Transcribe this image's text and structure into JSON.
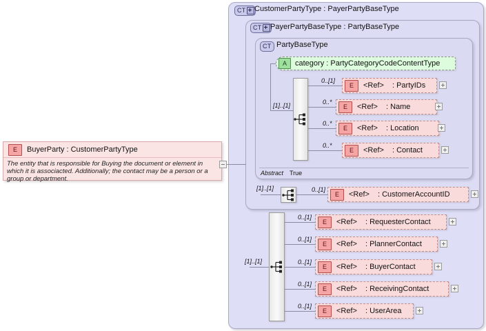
{
  "diagram": {
    "type": "xml-schema-diagram",
    "containers": [
      {
        "badge": "CT",
        "expandable": true,
        "title": "CustomerPartyType : PayerPartyBaseType"
      },
      {
        "badge": "CT",
        "expandable": true,
        "title": "PayerPartyBaseType : PartyBaseType"
      },
      {
        "badge": "CT",
        "expandable": false,
        "title": "PartyBaseType"
      }
    ],
    "attribute_node": {
      "badge": "A",
      "label": "category : PartyCategoryCodeContentType"
    },
    "abstract_row": {
      "label": "Abstract",
      "value": "True"
    },
    "source_node": {
      "badge": "E",
      "title": "BuyerParty : CustomerPartyType",
      "documentation": "The entity that is responsible for Buying the document or element in which it is associacted. Additionally; the contact  may be a person or a group or department.",
      "collapse_icon": "minus"
    },
    "sequences": [
      {
        "name": "party-base-sequence",
        "cardinality": "[1]..[1]"
      },
      {
        "name": "payer-party-sequence",
        "cardinality": "[1]..[1]"
      },
      {
        "name": "customer-party-sequence",
        "cardinality": "[1]..[1]"
      }
    ],
    "elements": [
      {
        "group": "party-base",
        "badge": "E",
        "ref": "<Ref>",
        "name": ": PartyIDs",
        "cardinality": "0..[1]",
        "expander": "plus"
      },
      {
        "group": "party-base",
        "badge": "E",
        "ref": "<Ref>",
        "name": ": Name",
        "cardinality": "0..*",
        "expander": "plus"
      },
      {
        "group": "party-base",
        "badge": "E",
        "ref": "<Ref>",
        "name": ": Location",
        "cardinality": "0..*",
        "expander": "plus"
      },
      {
        "group": "party-base",
        "badge": "E",
        "ref": "<Ref>",
        "name": ": Contact",
        "cardinality": "0..*",
        "expander": "plus"
      },
      {
        "group": "payer-party",
        "badge": "E",
        "ref": "<Ref>",
        "name": ": CustomerAccountID",
        "cardinality": "0..[1]",
        "expander": "plus"
      },
      {
        "group": "customer-party",
        "badge": "E",
        "ref": "<Ref>",
        "name": ": RequesterContact",
        "cardinality": "0..[1]",
        "expander": "plus"
      },
      {
        "group": "customer-party",
        "badge": "E",
        "ref": "<Ref>",
        "name": ": PlannerContact",
        "cardinality": "0..[1]",
        "expander": "plus"
      },
      {
        "group": "customer-party",
        "badge": "E",
        "ref": "<Ref>",
        "name": ": BuyerContact",
        "cardinality": "0..[1]",
        "expander": "plus"
      },
      {
        "group": "customer-party",
        "badge": "E",
        "ref": "<Ref>",
        "name": ": ReceivingContact",
        "cardinality": "0..[1]",
        "expander": "plus"
      },
      {
        "group": "customer-party",
        "badge": "E",
        "ref": "<Ref>",
        "name": ": UserArea",
        "cardinality": "0..[1]",
        "expander": "plus"
      }
    ],
    "colors": {
      "container_fill": "#dcdcf5",
      "element_fill": "#fadbdb",
      "attribute_fill": "#ddfbdd",
      "line": "#8a8aa5",
      "page_background": "#ffffff"
    }
  }
}
